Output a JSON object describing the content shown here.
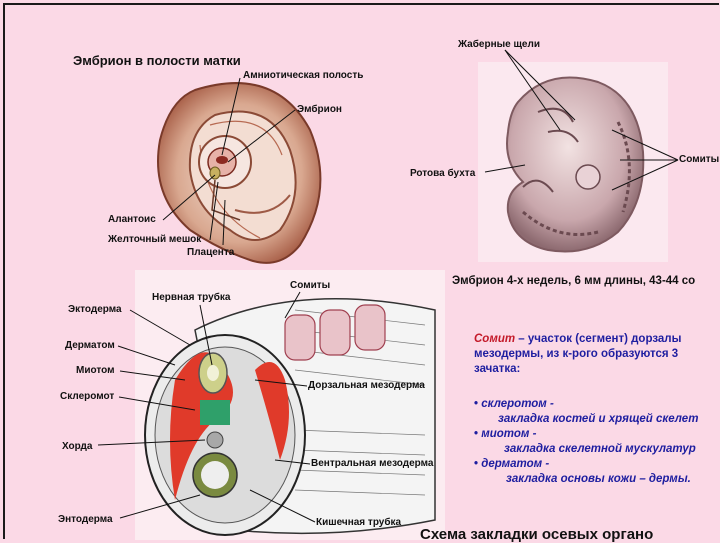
{
  "uterus": {
    "title": "Эмбрион в полости матки",
    "labels": {
      "amniotic": "Амниотическая полость",
      "embryo": "Эмбрион",
      "allantois": "Алантоис",
      "yolk_sac": "Желточный мешок",
      "placenta": "Плацента"
    }
  },
  "embryo4w": {
    "labels": {
      "gill_slits": "Жаберные щели",
      "mouth": "Ротова бухта",
      "somites": "Сомиты"
    },
    "caption": "Эмбрион 4-х недель, 6 мм длины, 43-44 со"
  },
  "cross": {
    "labels": {
      "ectoderm": "Эктодерма",
      "neural_tube": "Нервная трубка",
      "somites": "Сомиты",
      "dermatome": "Дерматом",
      "myotome": "Миотом",
      "sclerotome": "Склеромот",
      "dorsal_mesoderm": "Дорзальная мезодерма",
      "notochord": "Хорда",
      "ventral_mesoderm": "Вентральная мезодерма",
      "endoderm": "Энтодерма",
      "gut_tube": "Кишечная трубка"
    },
    "bottom_title": "Схема закладки осевых органо"
  },
  "definition": {
    "term": "Сомит",
    "line1_rest": " – участок (сегмент) дорзалы",
    "line2": "мезодермы, из к-рого образуются 3",
    "line3": "зачатка:",
    "items": [
      {
        "name": "склеротом -",
        "desc": "закладка костей и хрящей скелет"
      },
      {
        "name": "миотом   -",
        "desc": "закладка скелетной мускулатур"
      },
      {
        "name": "дерматом -",
        "desc": "закладка основы кожи – дермы."
      }
    ]
  }
}
